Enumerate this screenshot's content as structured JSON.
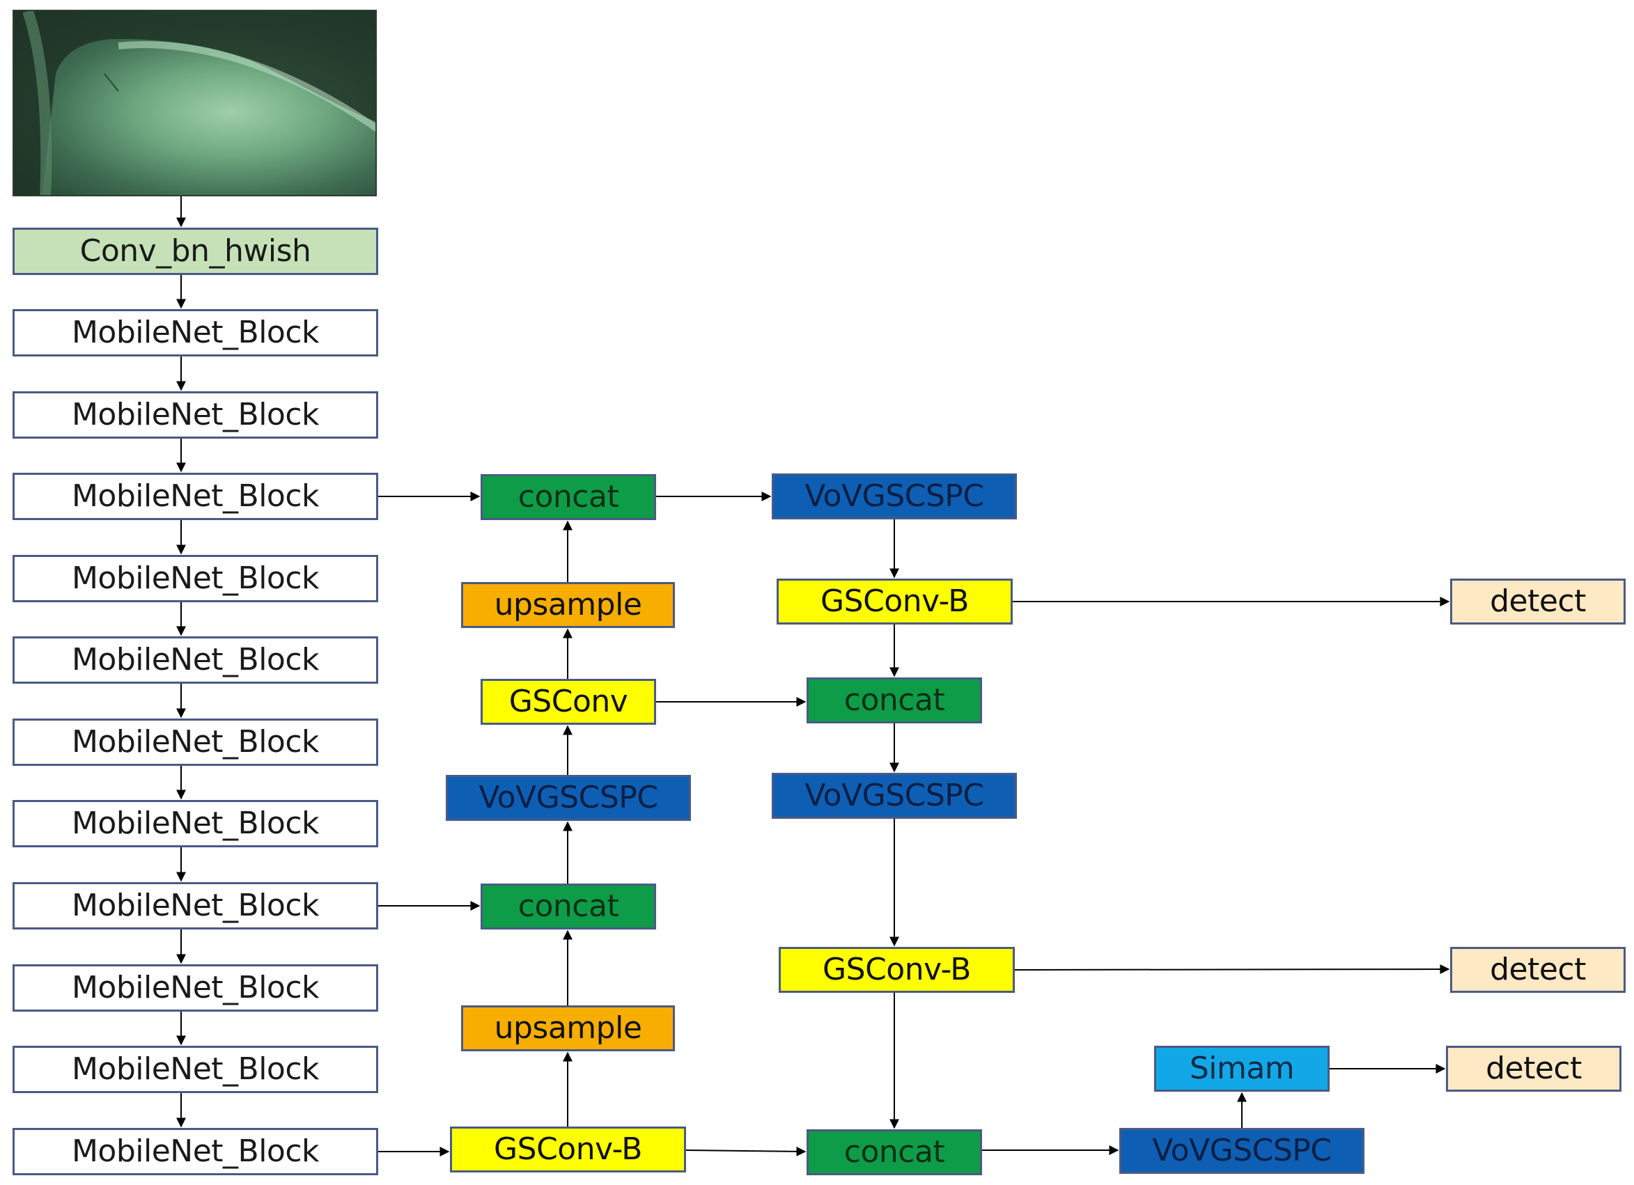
{
  "colors": {
    "green_light": "#c6e1b8",
    "white": "#ffffff",
    "green": "#0e9c48",
    "blue": "#0e5fb3",
    "yellow": "#ffff00",
    "orange": "#f7ae00",
    "cyan": "#12a8e8",
    "beige": "#fde9c4",
    "box_border": "#4a5a86",
    "line": "#000000"
  },
  "input_image": {
    "icon": "photo-of-blade"
  },
  "nodes": [
    {
      "id": "stem",
      "label": "Conv_bn_hwish",
      "color": "green_light"
    },
    {
      "id": "mb1",
      "label": "MobileNet_Block",
      "color": "white"
    },
    {
      "id": "mb2",
      "label": "MobileNet_Block",
      "color": "white"
    },
    {
      "id": "mb3",
      "label": "MobileNet_Block",
      "color": "white"
    },
    {
      "id": "mb4",
      "label": "MobileNet_Block",
      "color": "white"
    },
    {
      "id": "mb5",
      "label": "MobileNet_Block",
      "color": "white"
    },
    {
      "id": "mb6",
      "label": "MobileNet_Block",
      "color": "white"
    },
    {
      "id": "mb7",
      "label": "MobileNet_Block",
      "color": "white"
    },
    {
      "id": "mb8",
      "label": "MobileNet_Block",
      "color": "white"
    },
    {
      "id": "mb9",
      "label": "MobileNet_Block",
      "color": "white"
    },
    {
      "id": "mb10",
      "label": "MobileNet_Block",
      "color": "white"
    },
    {
      "id": "mb11",
      "label": "MobileNet_Block",
      "color": "white"
    },
    {
      "id": "concat_top",
      "label": "concat",
      "color": "green"
    },
    {
      "id": "upsample_1",
      "label": "upsample",
      "color": "orange"
    },
    {
      "id": "gsconv",
      "label": "GSConv",
      "color": "yellow"
    },
    {
      "id": "vov_mid_left",
      "label": "VoVGSCSPC",
      "color": "blue"
    },
    {
      "id": "concat_mid",
      "label": "concat",
      "color": "green"
    },
    {
      "id": "upsample_2",
      "label": "upsample",
      "color": "orange"
    },
    {
      "id": "gsconvb_bottom",
      "label": "GSConv-B",
      "color": "yellow"
    },
    {
      "id": "vov_top",
      "label": "VoVGSCSPC",
      "color": "blue"
    },
    {
      "id": "gsconvb_1",
      "label": "GSConv-B",
      "color": "yellow"
    },
    {
      "id": "concat_r1",
      "label": "concat",
      "color": "green"
    },
    {
      "id": "vov_r2",
      "label": "VoVGSCSPC",
      "color": "blue"
    },
    {
      "id": "gsconvb_2",
      "label": "GSConv-B",
      "color": "yellow"
    },
    {
      "id": "concat_bottom",
      "label": "concat",
      "color": "green"
    },
    {
      "id": "vov_bottom",
      "label": "VoVGSCSPC",
      "color": "blue"
    },
    {
      "id": "simam",
      "label": "Simam",
      "color": "cyan"
    },
    {
      "id": "detect_1",
      "label": "detect",
      "color": "beige"
    },
    {
      "id": "detect_2",
      "label": "detect",
      "color": "beige"
    },
    {
      "id": "detect_3",
      "label": "detect",
      "color": "beige"
    }
  ],
  "edges": [
    {
      "from": "image",
      "to": "stem"
    },
    {
      "from": "stem",
      "to": "mb1"
    },
    {
      "from": "mb1",
      "to": "mb2"
    },
    {
      "from": "mb2",
      "to": "mb3"
    },
    {
      "from": "mb3",
      "to": "mb4"
    },
    {
      "from": "mb4",
      "to": "mb5"
    },
    {
      "from": "mb5",
      "to": "mb6"
    },
    {
      "from": "mb6",
      "to": "mb7"
    },
    {
      "from": "mb7",
      "to": "mb8"
    },
    {
      "from": "mb8",
      "to": "mb9"
    },
    {
      "from": "mb9",
      "to": "mb10"
    },
    {
      "from": "mb10",
      "to": "mb11"
    },
    {
      "from": "mb3",
      "to": "concat_top"
    },
    {
      "from": "mb8",
      "to": "concat_mid"
    },
    {
      "from": "mb11",
      "to": "gsconvb_bottom"
    },
    {
      "from": "gsconvb_bottom",
      "to": "upsample_2"
    },
    {
      "from": "upsample_2",
      "to": "concat_mid"
    },
    {
      "from": "concat_mid",
      "to": "vov_mid_left"
    },
    {
      "from": "vov_mid_left",
      "to": "gsconv"
    },
    {
      "from": "gsconv",
      "to": "upsample_1"
    },
    {
      "from": "upsample_1",
      "to": "concat_top"
    },
    {
      "from": "concat_top",
      "to": "vov_top"
    },
    {
      "from": "vov_top",
      "to": "gsconvb_1"
    },
    {
      "from": "gsconvb_1",
      "to": "detect_1"
    },
    {
      "from": "gsconvb_1",
      "to": "concat_r1"
    },
    {
      "from": "gsconv",
      "to": "concat_r1"
    },
    {
      "from": "concat_r1",
      "to": "vov_r2"
    },
    {
      "from": "vov_r2",
      "to": "gsconvb_2"
    },
    {
      "from": "gsconvb_2",
      "to": "detect_2"
    },
    {
      "from": "gsconvb_2",
      "to": "concat_bottom"
    },
    {
      "from": "gsconvb_bottom",
      "to": "concat_bottom"
    },
    {
      "from": "concat_bottom",
      "to": "vov_bottom"
    },
    {
      "from": "vov_bottom",
      "to": "simam"
    },
    {
      "from": "simam",
      "to": "detect_3"
    }
  ]
}
